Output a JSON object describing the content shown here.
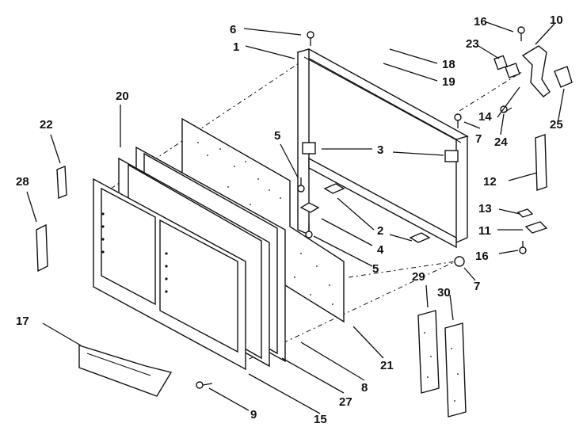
{
  "diagram": {
    "callouts": [
      {
        "id": "c6a",
        "label": "6"
      },
      {
        "id": "c1",
        "label": "1"
      },
      {
        "id": "c18",
        "label": "18"
      },
      {
        "id": "c19",
        "label": "19"
      },
      {
        "id": "c16a",
        "label": "16"
      },
      {
        "id": "c10",
        "label": "10"
      },
      {
        "id": "c23",
        "label": "23"
      },
      {
        "id": "c14",
        "label": "14"
      },
      {
        "id": "c24",
        "label": "24"
      },
      {
        "id": "c25",
        "label": "25"
      },
      {
        "id": "c7a",
        "label": "7"
      },
      {
        "id": "c20",
        "label": "20"
      },
      {
        "id": "c22",
        "label": "22"
      },
      {
        "id": "c5a",
        "label": "5"
      },
      {
        "id": "c3",
        "label": "3"
      },
      {
        "id": "c12",
        "label": "12"
      },
      {
        "id": "c28",
        "label": "28"
      },
      {
        "id": "c2",
        "label": "2"
      },
      {
        "id": "c4",
        "label": "4"
      },
      {
        "id": "c13",
        "label": "13"
      },
      {
        "id": "c11",
        "label": "11"
      },
      {
        "id": "c16b",
        "label": "16"
      },
      {
        "id": "c5b",
        "label": "5"
      },
      {
        "id": "c7b",
        "label": "7"
      },
      {
        "id": "c29",
        "label": "29"
      },
      {
        "id": "c30",
        "label": "30"
      },
      {
        "id": "c17",
        "label": "17"
      },
      {
        "id": "c21",
        "label": "21"
      },
      {
        "id": "c8",
        "label": "8"
      },
      {
        "id": "c27",
        "label": "27"
      },
      {
        "id": "c9",
        "label": "9"
      },
      {
        "id": "c15",
        "label": "15"
      }
    ]
  }
}
